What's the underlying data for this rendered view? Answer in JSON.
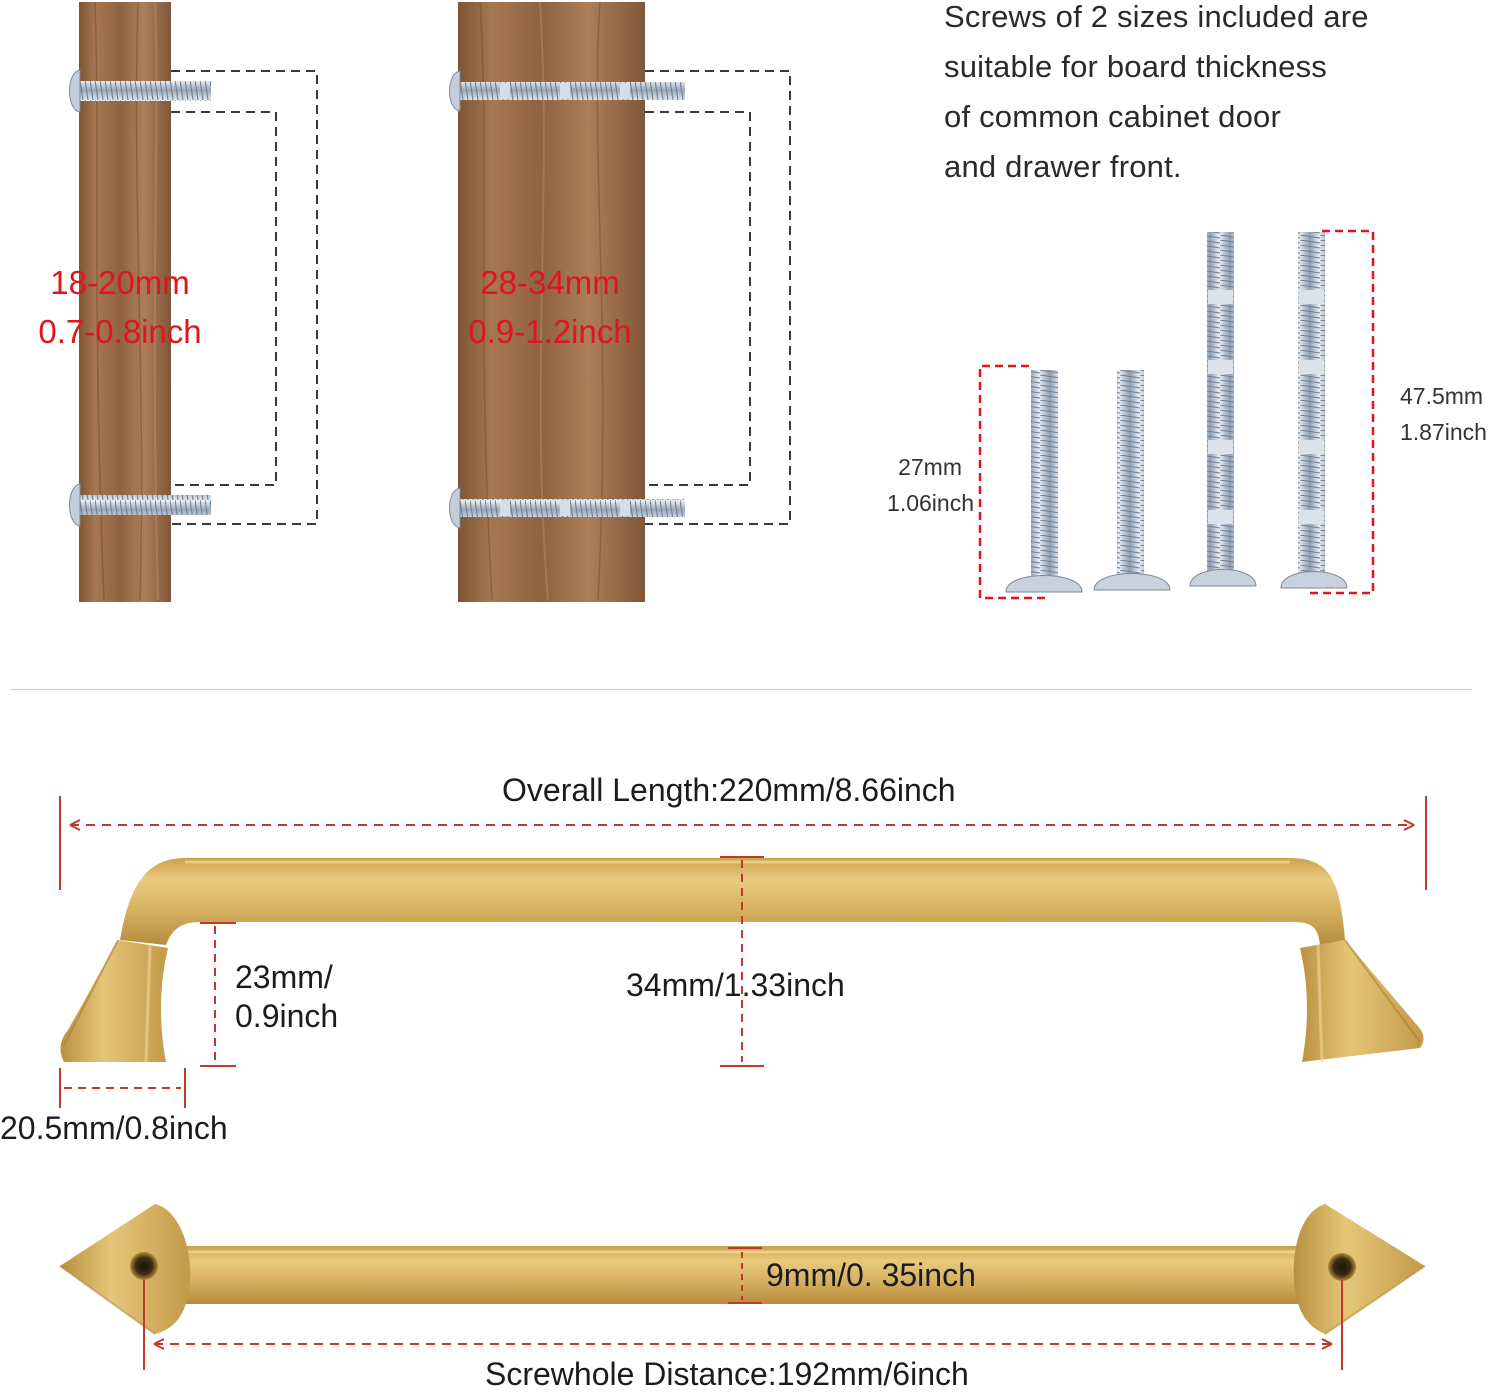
{
  "top": {
    "board_left": {
      "line1": "18-20mm",
      "line2": "0.7-0.8inch"
    },
    "board_right": {
      "line1": "28-34mm",
      "line2": "0.9-1.2inch"
    },
    "caption": {
      "line1": "Screws of 2 sizes included are",
      "line2": "suitable for board thickness",
      "line3": "of common cabinet door",
      "line4": "and drawer front."
    },
    "short_screw": {
      "line1": "27mm",
      "line2": "1.06inch"
    },
    "long_screw": {
      "line1": "47.5mm",
      "line2": "1.87inch"
    }
  },
  "bottom": {
    "overall_length": "Overall Length:220mm/8.66inch",
    "leg_height": {
      "line1": "23mm/",
      "line2": "0.9inch"
    },
    "total_height": "34mm/1.33inch",
    "base_width": "20.5mm/0.8inch",
    "bar_diameter": "9mm/0. 35inch",
    "screwhole_distance": "Screwhole Distance:192mm/6inch"
  },
  "colors": {
    "accent_red": "#e0161e",
    "wood": "#9a6a44",
    "brass": "#d7b35c",
    "screw": "#aab6c4"
  }
}
